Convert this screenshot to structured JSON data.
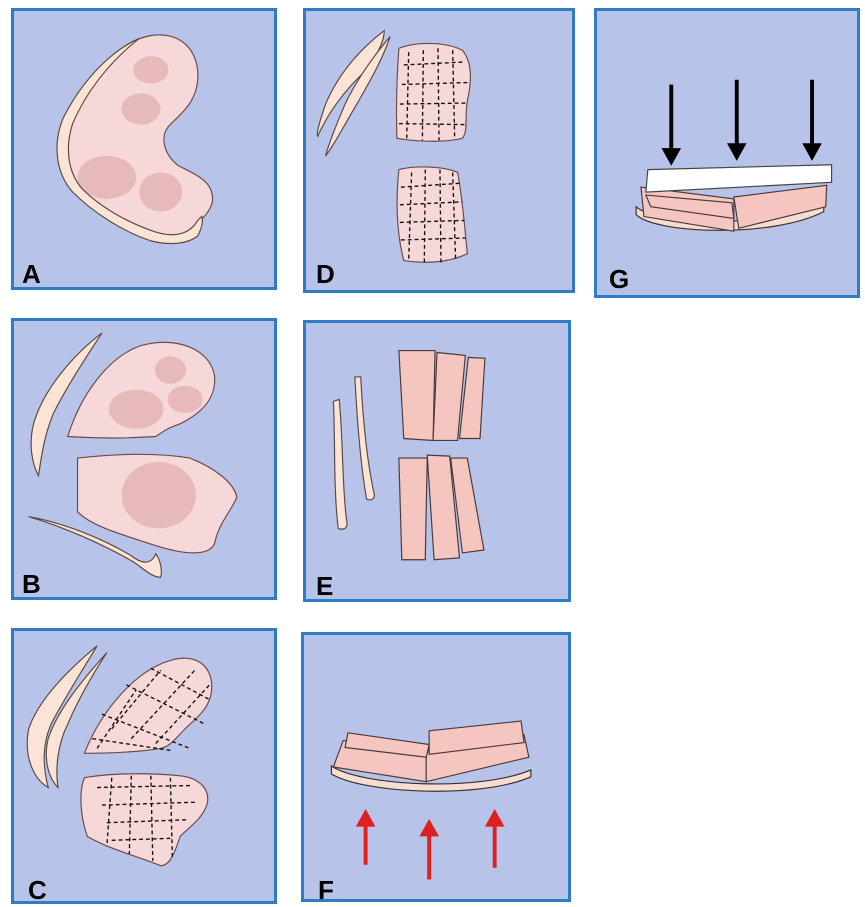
{
  "panels": {
    "A": {
      "label": "A"
    },
    "B": {
      "label": "B"
    },
    "C": {
      "label": "C"
    },
    "D": {
      "label": "D"
    },
    "E": {
      "label": "E"
    },
    "F": {
      "label": "F"
    },
    "G": {
      "label": "G"
    }
  },
  "colors": {
    "panel_bg": "#b7c3e9",
    "panel_border": "#2f7bc4",
    "tissue": "#f7d8d8",
    "strip": "#f4c6bf",
    "press_arrow": "#000000",
    "lift_arrow": "#e02020"
  }
}
